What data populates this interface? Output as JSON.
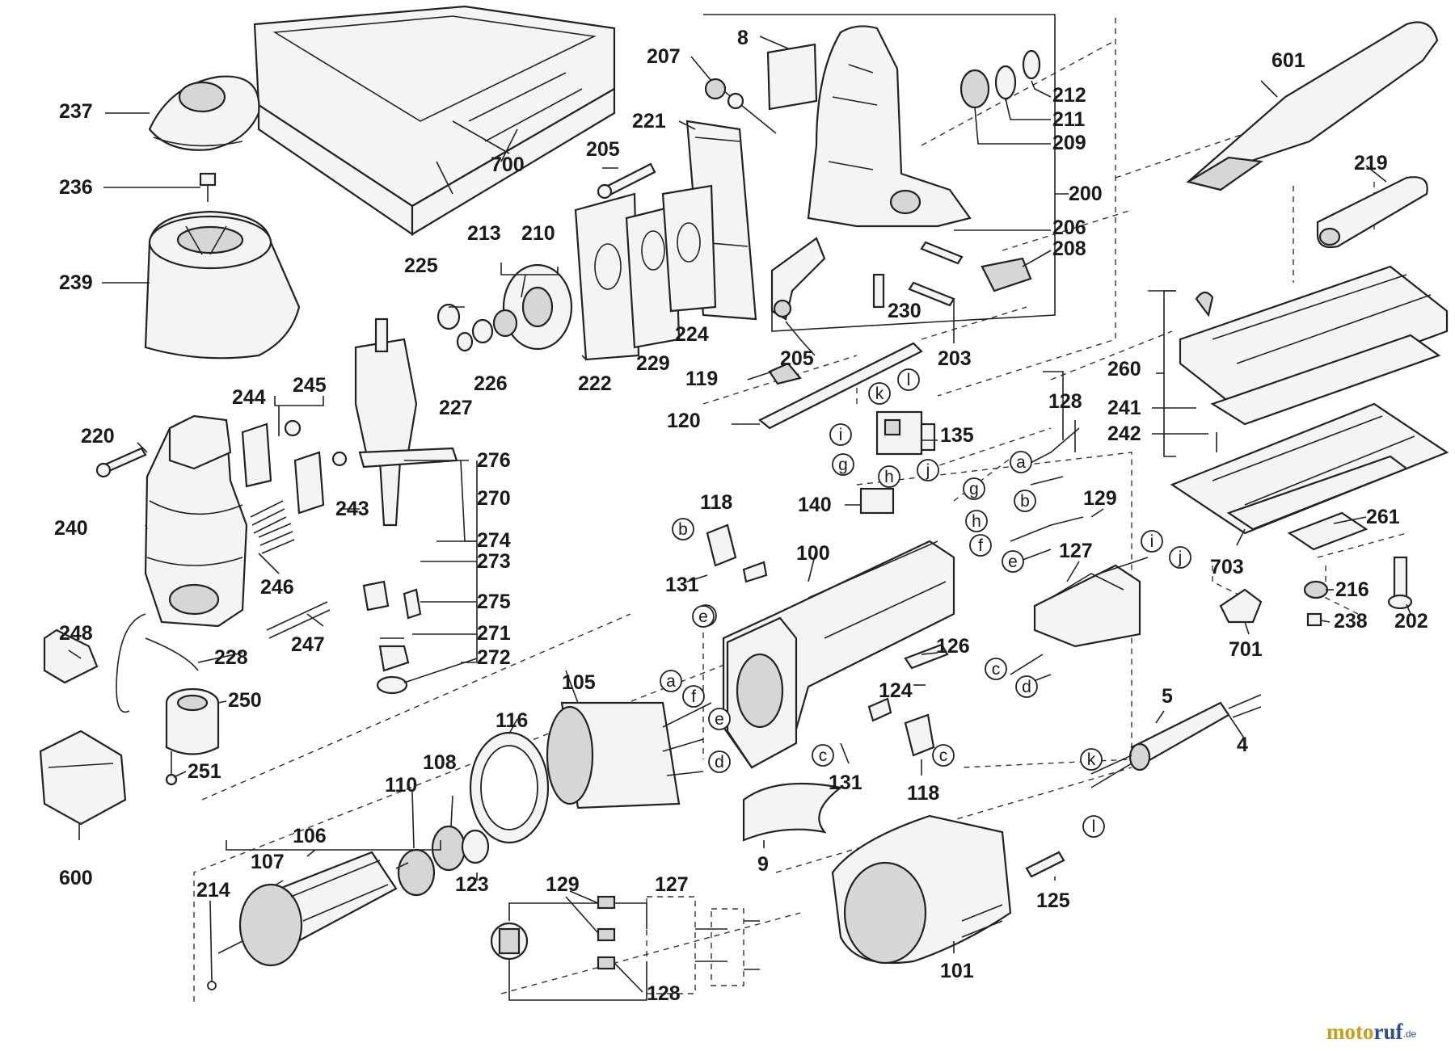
{
  "part_numbers": [
    "237",
    "236",
    "239",
    "700",
    "8",
    "207",
    "221",
    "205",
    "213",
    "210",
    "225",
    "226",
    "227",
    "222",
    "229",
    "224",
    "212",
    "211",
    "209",
    "200",
    "206",
    "208",
    "230",
    "203",
    "205",
    "119",
    "120",
    "135",
    "601",
    "219",
    "260",
    "241",
    "242",
    "128",
    "129",
    "127",
    "140",
    "118",
    "131",
    "100",
    "126",
    "124",
    "118",
    "131",
    "244",
    "245",
    "220",
    "243",
    "240",
    "246",
    "247",
    "248",
    "228",
    "250",
    "251",
    "600",
    "270",
    "276",
    "274",
    "273",
    "275",
    "271",
    "272",
    "105",
    "116",
    "108",
    "110",
    "106",
    "107",
    "214",
    "123",
    "129",
    "127",
    "128",
    "9",
    "101",
    "125",
    "5",
    "4",
    "703",
    "261",
    "216",
    "238",
    "202",
    "701"
  ],
  "circle_letters": [
    "k",
    "l",
    "i",
    "g",
    "h",
    "j",
    "g",
    "h",
    "f",
    "e",
    "i",
    "j",
    "a",
    "b",
    "c",
    "d",
    "b",
    "a",
    "e",
    "c",
    "c",
    "a",
    "f",
    "e",
    "d",
    "k",
    "l"
  ],
  "watermark": {
    "part1": "moto",
    "part2": "ruf",
    "suffix": ".de"
  }
}
